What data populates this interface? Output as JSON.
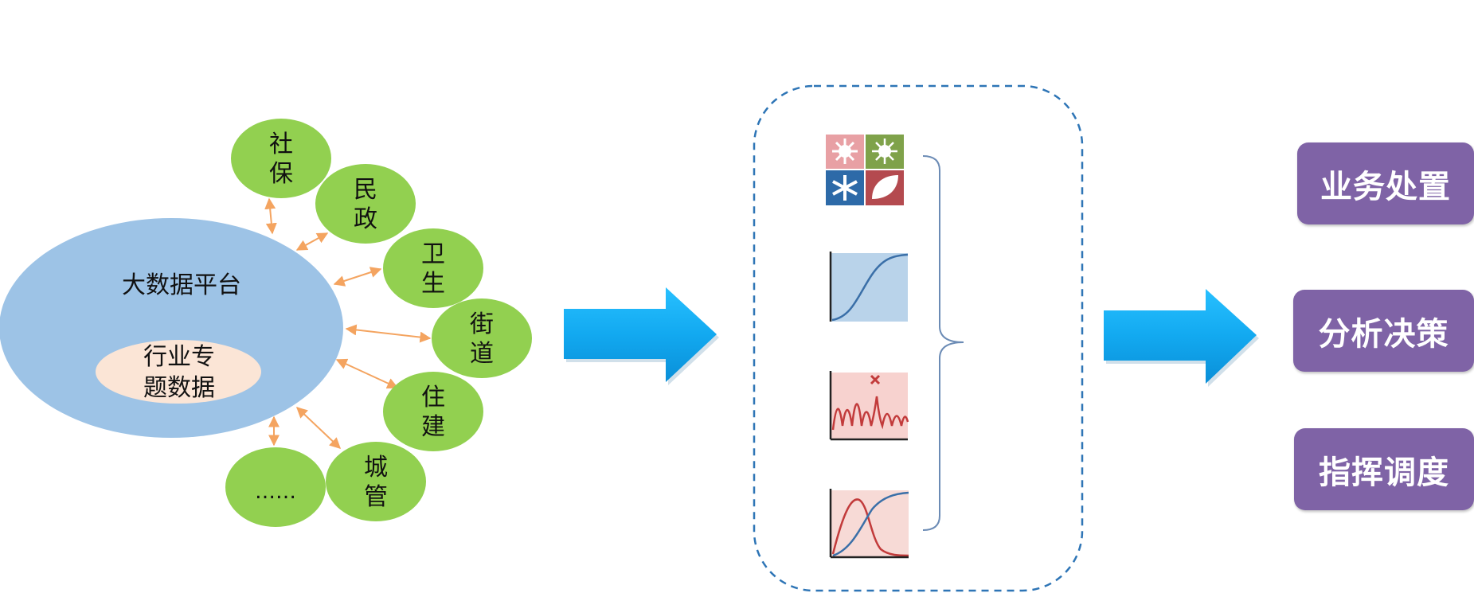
{
  "platform": {
    "title": "大数据平台",
    "inner_line1": "行业专",
    "inner_line2": "题数据"
  },
  "sources": [
    {
      "line1": "社",
      "line2": "保"
    },
    {
      "line1": "民",
      "line2": "政"
    },
    {
      "line1": "卫",
      "line2": "生"
    },
    {
      "line1": "街",
      "line2": "道"
    },
    {
      "line1": "住",
      "line2": "建"
    },
    {
      "line1": "城",
      "line2": "管"
    },
    {
      "line1": "……",
      "line2": ""
    }
  ],
  "models": [
    {
      "icon": "seasons-icon"
    },
    {
      "icon": "s-curve-chart-icon"
    },
    {
      "icon": "anomaly-peak-chart-icon"
    },
    {
      "icon": "distribution-curves-chart-icon"
    }
  ],
  "actions": [
    "业务处置",
    "分析决策",
    "指挥调度"
  ],
  "colors": {
    "platform": "#9dc3e6",
    "inner": "#fbe5d6",
    "source": "#92d050",
    "connector": "#f4a460",
    "arrow": "#1ab0f4",
    "dashed_border": "#2e75b6",
    "action": "#7f63a6"
  }
}
